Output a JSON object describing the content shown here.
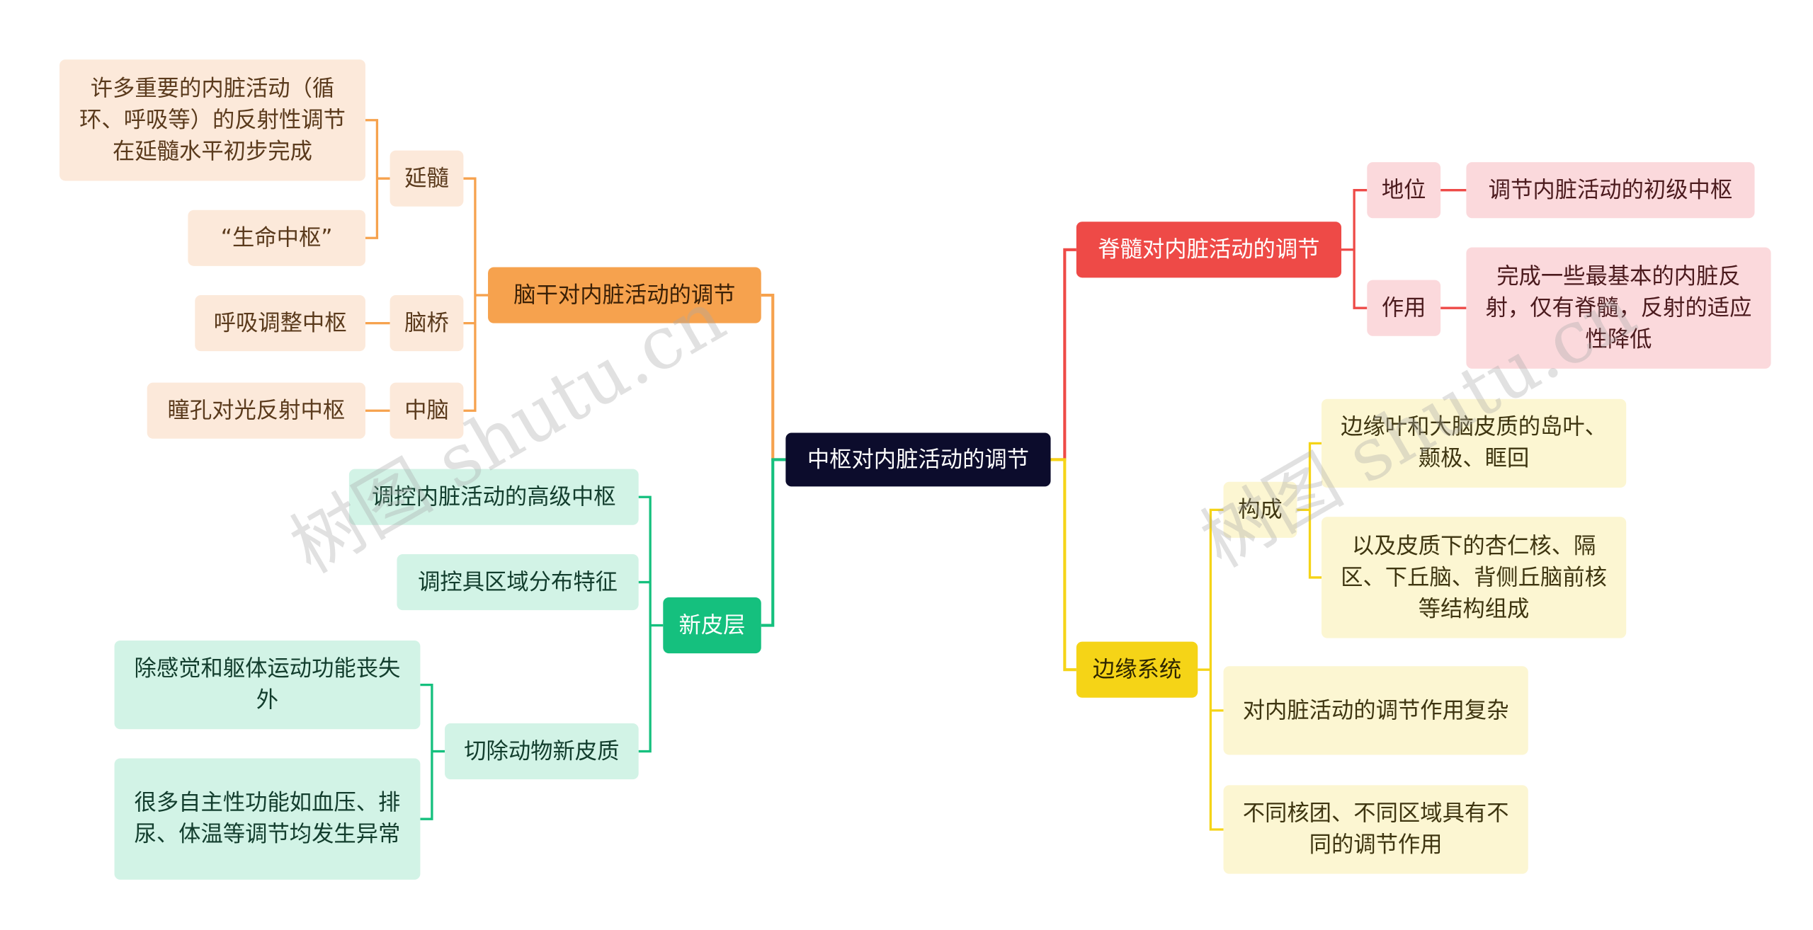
{
  "watermark": "树图 shutu.cn",
  "root": "中枢对内脏活动的调节",
  "brainstem": {
    "label": "脑干对内脏活动的调节",
    "medulla": {
      "label": "延髓",
      "items": [
        "许多重要的内脏活动（循环、呼吸等）的反射性调节在延髓水平初步完成",
        "“生命中枢”"
      ]
    },
    "pons": {
      "label": "脑桥",
      "item": "呼吸调整中枢"
    },
    "midbrain": {
      "label": "中脑",
      "item": "瞳孔对光反射中枢"
    }
  },
  "neocortex": {
    "label": "新皮层",
    "items": [
      "调控内脏活动的高级中枢",
      "调控具区域分布特征"
    ],
    "removal": {
      "label": "切除动物新皮质",
      "items": [
        "除感觉和躯体运动功能丧失外",
        "很多自主性功能如血压、排尿、体温等调节均发生异常"
      ]
    }
  },
  "spinal": {
    "label": "脊髓对内脏活动的调节",
    "status": {
      "label": "地位",
      "item": "调节内脏活动的初级中枢"
    },
    "role": {
      "label": "作用",
      "item": "完成一些最基本的内脏反射，仅有脊髓，反射的适应性降低"
    }
  },
  "limbic": {
    "label": "边缘系统",
    "composition": {
      "label": "构成",
      "items": [
        "边缘叶和大脑皮质的岛叶、颞极、眶回",
        "以及皮质下的杏仁核、隔区、下丘脑、背侧丘脑前核等结构组成"
      ]
    },
    "items": [
      "对内脏活动的调节作用复杂",
      "不同核团、不同区域具有不同的调节作用"
    ]
  },
  "colors": {
    "root": "#0c0c2c",
    "orange": "#f6a24e",
    "red": "#ee4a47",
    "green": "#15c07e",
    "yellow": "#f5d417"
  }
}
